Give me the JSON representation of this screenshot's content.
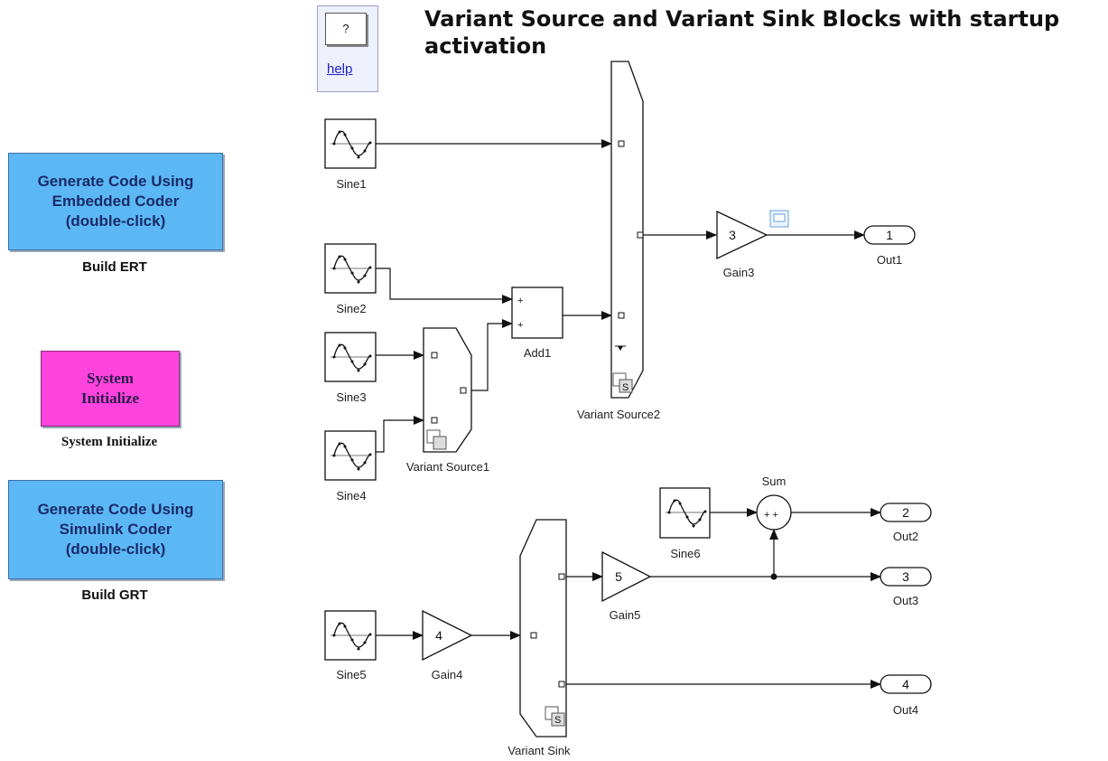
{
  "title": "Variant Source and Variant Sink Blocks with startup activation",
  "help": {
    "icon": "?",
    "link": "help"
  },
  "buttons": {
    "ert": {
      "label": "Generate Code Using\nEmbedded Coder\n(double-click)",
      "caption": "Build ERT"
    },
    "init": {
      "label": "System\nInitialize",
      "caption": "System Initialize"
    },
    "grt": {
      "label": "Generate Code Using\nSimulink Coder\n(double-click)",
      "caption": "Build GRT"
    }
  },
  "blocks": {
    "sine1": "Sine1",
    "sine2": "Sine2",
    "sine3": "Sine3",
    "sine4": "Sine4",
    "sine5": "Sine5",
    "sine6": "Sine6",
    "add1": "Add1",
    "add1_in1": "+",
    "add1_in2": "+",
    "variant_source1": "Variant Source1",
    "variant_source2": "Variant Source2",
    "variant_sink": "Variant Sink",
    "variant_badge": "S",
    "gain3": "Gain3",
    "gain3_value": "3",
    "gain4": "Gain4",
    "gain4_value": "4",
    "gain5": "Gain5",
    "gain5_value": "5",
    "sum": "Sum",
    "sum_signs": "+ +",
    "out1": "Out1",
    "out1_port": "1",
    "out2": "Out2",
    "out2_port": "2",
    "out3": "Out3",
    "out3_port": "3",
    "out4": "Out4",
    "out4_port": "4"
  },
  "colors": {
    "button_blue": "#5cb8f5",
    "button_pink": "#ff44dd",
    "help_link": "#2020c8",
    "line": "#111111"
  }
}
